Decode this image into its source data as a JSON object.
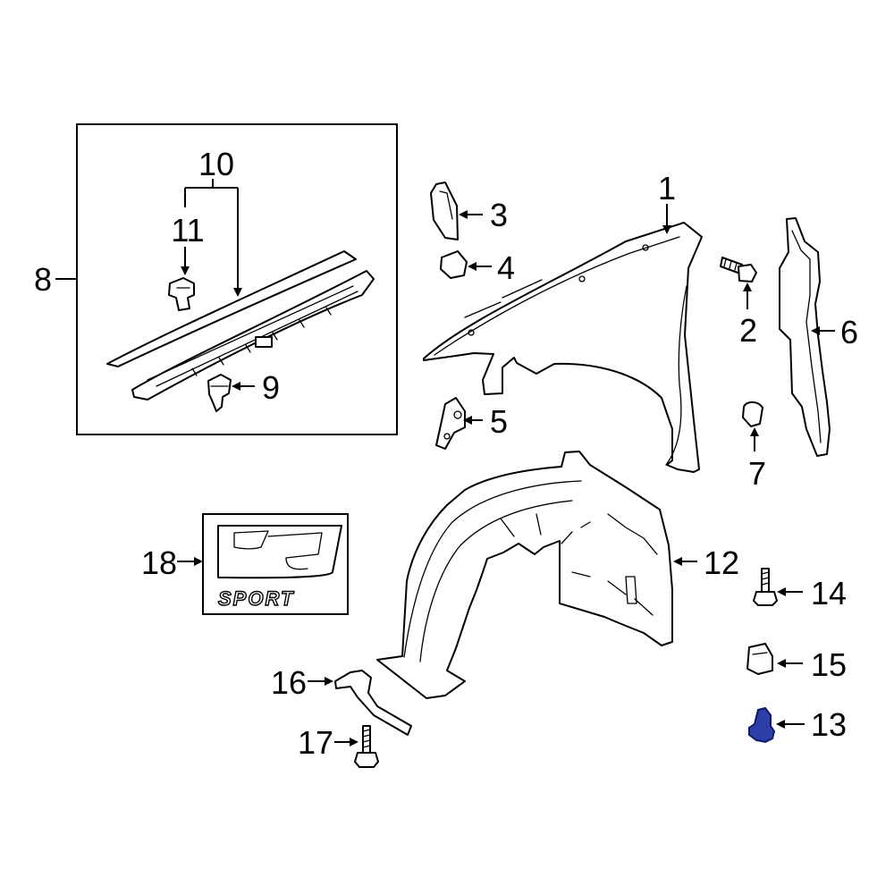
{
  "callouts": [
    {
      "id": "1",
      "label": "1"
    },
    {
      "id": "2",
      "label": "2"
    },
    {
      "id": "3",
      "label": "3"
    },
    {
      "id": "4",
      "label": "4"
    },
    {
      "id": "5",
      "label": "5"
    },
    {
      "id": "6",
      "label": "6"
    },
    {
      "id": "7",
      "label": "7"
    },
    {
      "id": "8",
      "label": "8"
    },
    {
      "id": "9",
      "label": "9"
    },
    {
      "id": "10",
      "label": "10"
    },
    {
      "id": "11",
      "label": "11"
    },
    {
      "id": "12",
      "label": "12"
    },
    {
      "id": "13",
      "label": "13"
    },
    {
      "id": "14",
      "label": "14"
    },
    {
      "id": "15",
      "label": "15"
    },
    {
      "id": "16",
      "label": "16"
    },
    {
      "id": "17",
      "label": "17"
    },
    {
      "id": "18",
      "label": "18"
    }
  ],
  "emblem": {
    "text": "SPORT"
  },
  "colors": {
    "line": "#000000",
    "highlight": "#2c3fa8",
    "background": "#ffffff"
  }
}
